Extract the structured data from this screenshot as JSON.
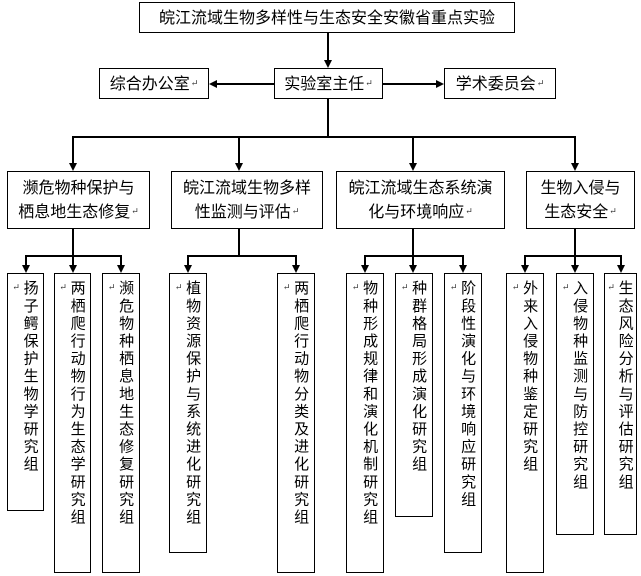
{
  "top": {
    "title": "皖江流域生物多样性与生态安全安徽省重点实验"
  },
  "office": {
    "label": "综合办公室"
  },
  "director": {
    "label": "实验室主任"
  },
  "committee": {
    "label": "学术委员会"
  },
  "departments": [
    {
      "line1": "濒危物种保护与",
      "line2": "栖息地生态修复"
    },
    {
      "line1": "皖江流域生物多样",
      "line2": "性监测与评估"
    },
    {
      "line1": "皖江流域生态系统演",
      "line2": "化与环境响应"
    },
    {
      "line1": "生物入侵与",
      "line2": "生态安全"
    }
  ],
  "groups": [
    "扬子鳄保护生物学研究组",
    "两栖爬行动物行为生态学研究组",
    "濒危物种栖息地生态修复研究组",
    "植物资源保护与系统进化研究组",
    "两栖爬行动物分类及进化研究组",
    "物种形成规律和演化机制研究组",
    "种群格局形成演化研究组",
    "阶段性演化与环境响应研究组",
    "外来入侵物种鉴定研究组",
    "入侵物种监测与防控研究组",
    "生态风险分析与评估研究组"
  ],
  "paragraph_mark": "↵"
}
